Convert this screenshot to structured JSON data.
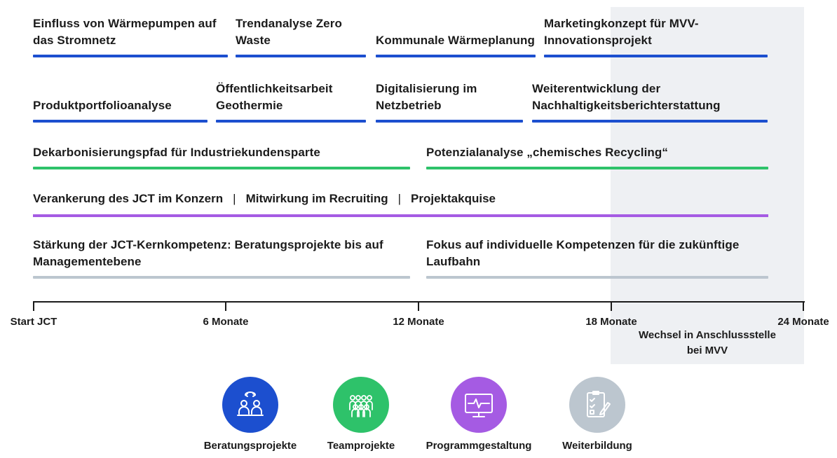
{
  "axis": {
    "ticks": [
      "Start JCT",
      "6 Monate",
      "12 Monate",
      "18 Monate",
      "24 Monate"
    ],
    "note": "Wechsel in Anschlussstelle bei MVV"
  },
  "rows": {
    "row1": [
      "Einfluss von Wärmepumpen auf das Stromnetz",
      "Trendanalyse Zero Waste",
      "Kommunale Wärmeplanung",
      "Marketingkonzept für MVV-Innovationsprojekt"
    ],
    "row2": [
      "Produktportfolioanalyse",
      "Öffentlichkeitsarbeit Geothermie",
      "Digitalisierung im Netzbetrieb",
      "Weiterentwicklung der Nachhaltigkeitsberichterstattung"
    ],
    "row3": [
      "Dekarbonisierungspfad für Industriekundensparte",
      "Potenzialanalyse „chemisches Recycling“"
    ],
    "row4": [
      "Verankerung des JCT im Konzern",
      "Mitwirkung im Recruiting",
      "Projektakquise"
    ],
    "row4_separator": "|",
    "row5": [
      "Stärkung der JCT-Kernkompetenz: Beratungsprojekte bis auf Managementebene",
      "Fokus auf individuelle Kompetenzen für die zukünftige Laufbahn"
    ]
  },
  "legend": [
    {
      "label": "Beratungsprojekte",
      "color": "#1c4fcf",
      "icon": "consulting-icon"
    },
    {
      "label": "Teamprojekte",
      "color": "#2ec26a",
      "icon": "team-icon"
    },
    {
      "label": "Programmgestaltung",
      "color": "#a55be3",
      "icon": "monitor-icon"
    },
    {
      "label": "Weiterbildung",
      "color": "#bcc6cf",
      "icon": "checklist-icon"
    }
  ]
}
